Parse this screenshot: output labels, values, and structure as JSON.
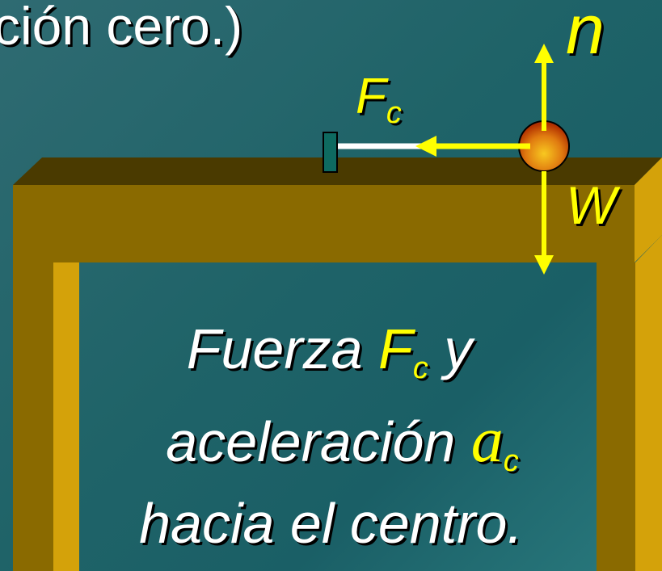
{
  "header": {
    "partial_text": "ción cero.)"
  },
  "labels": {
    "normal_force": "n",
    "centripetal_force": "F",
    "centripetal_force_sub": "c",
    "weight": "W"
  },
  "caption": {
    "line1_a": "Fuerza ",
    "line1_force": "F",
    "line1_sub": "c",
    "line1_b": " y",
    "line2_a": "aceleración ",
    "line2_accel": "a",
    "line2_sub": "c",
    "line3": "hacia el centro."
  },
  "colors": {
    "background": "#1f6368",
    "table_top": "#8a6a00",
    "table_top_shadow": "#4a3a00",
    "table_leg": "#d4a20a",
    "arrow": "#ffff00",
    "string": "#ffffff",
    "ball": "#e07a10",
    "peg": "#0e6a60"
  }
}
